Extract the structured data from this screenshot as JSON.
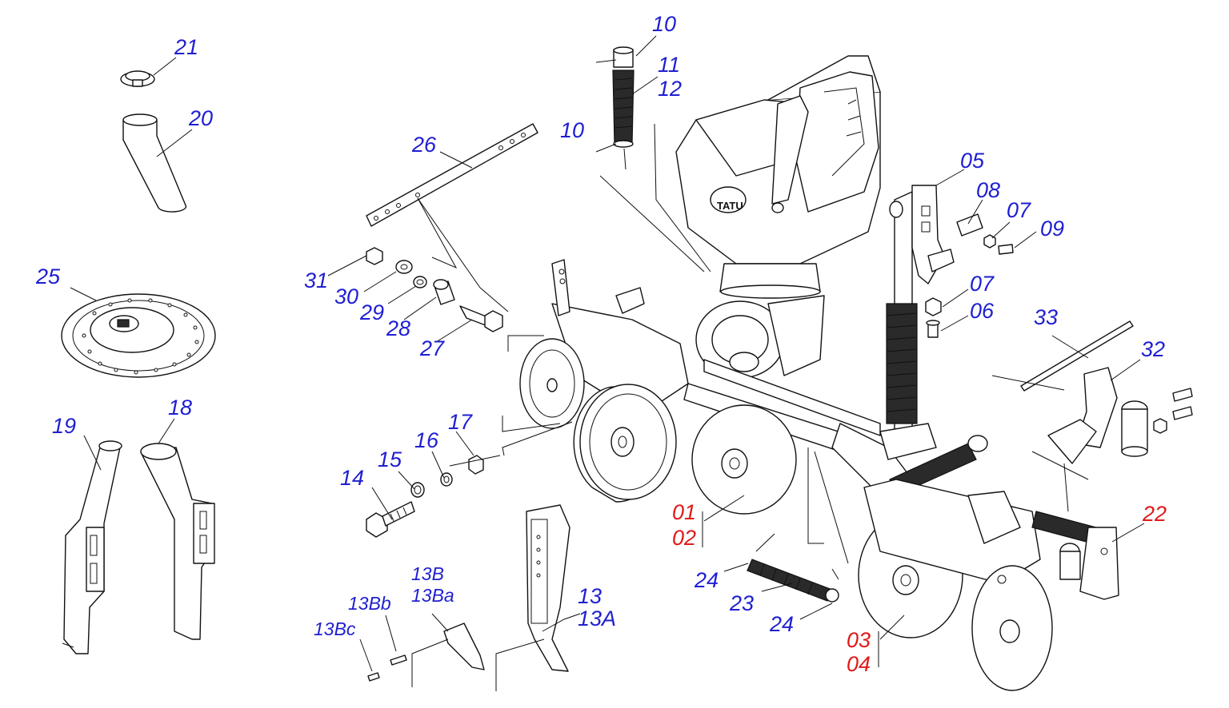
{
  "colors": {
    "label_blue": "#1f1fd2",
    "label_red": "#e01b1b",
    "line": "#111111"
  },
  "logo_text": "TATU",
  "labels": {
    "p01": "01",
    "p02": "02",
    "p03": "03",
    "p04": "04",
    "p05": "05",
    "p06": "06",
    "p07a": "07",
    "p07b": "07",
    "p08": "08",
    "p09": "09",
    "p10a": "10",
    "p10b": "10",
    "p11": "11",
    "p12": "12",
    "p13": "13",
    "p13A": "13A",
    "p13B": "13B",
    "p13Ba": "13Ba",
    "p13Bb": "13Bb",
    "p13Bc": "13Bc",
    "p14": "14",
    "p15": "15",
    "p16": "16",
    "p17": "17",
    "p18": "18",
    "p19": "19",
    "p20": "20",
    "p21": "21",
    "p22": "22",
    "p23": "23",
    "p24a": "24",
    "p24b": "24",
    "p25": "25",
    "p26": "26",
    "p27": "27",
    "p28": "28",
    "p29": "29",
    "p30": "30",
    "p31": "31",
    "p32": "32",
    "p33": "33"
  }
}
